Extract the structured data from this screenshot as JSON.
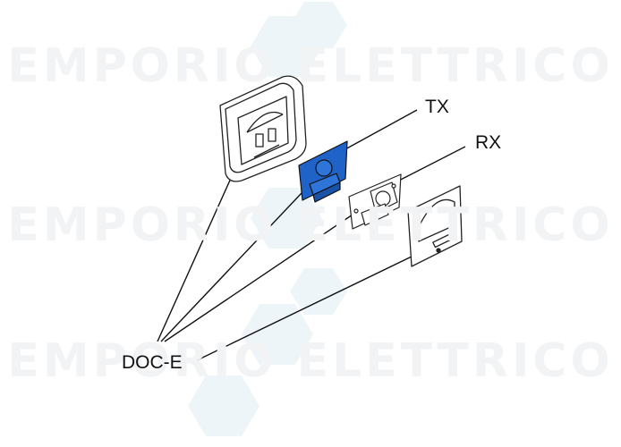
{
  "watermark": {
    "text": "EMPORIO ELETTRICO",
    "color": "#f1f3f5",
    "hexagon_color": "#eaf2f7"
  },
  "labels": {
    "tx": "TX",
    "rx": "RX",
    "doc_e": "DOC-E"
  },
  "colors": {
    "tx_board": "#1f63c9",
    "line": "#111111"
  }
}
